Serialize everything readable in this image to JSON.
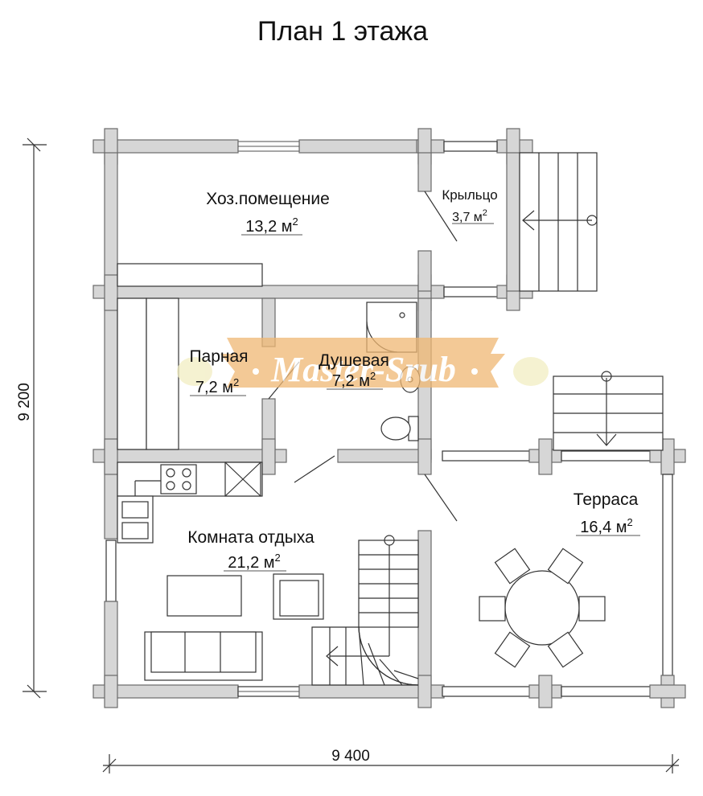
{
  "title": "План 1 этажа",
  "rooms": [
    {
      "id": "storage",
      "name": "Хоз.помещение",
      "area": "13,2 м",
      "sup": "2"
    },
    {
      "id": "porch",
      "name": "Крыльцо",
      "area": "3,7 м",
      "sup": "2"
    },
    {
      "id": "steam",
      "name": "Парная",
      "area": "7,2 м",
      "sup": "2"
    },
    {
      "id": "shower",
      "name": "Душевая",
      "area": "7,2 м",
      "sup": "2"
    },
    {
      "id": "lounge",
      "name": "Комната отдыха",
      "area": "21,2 м",
      "sup": "2"
    },
    {
      "id": "terrace",
      "name": "Терраса",
      "area": "16,4 м",
      "sup": "2"
    }
  ],
  "dimensions": {
    "height": "9 200",
    "width": "9 400"
  },
  "watermark": {
    "text": "Master-Srub",
    "color": "#e8a24a"
  },
  "colors": {
    "wall_fill": "#d6d6d6",
    "wall_stroke": "#6a6a6a",
    "ink": "#333333"
  }
}
